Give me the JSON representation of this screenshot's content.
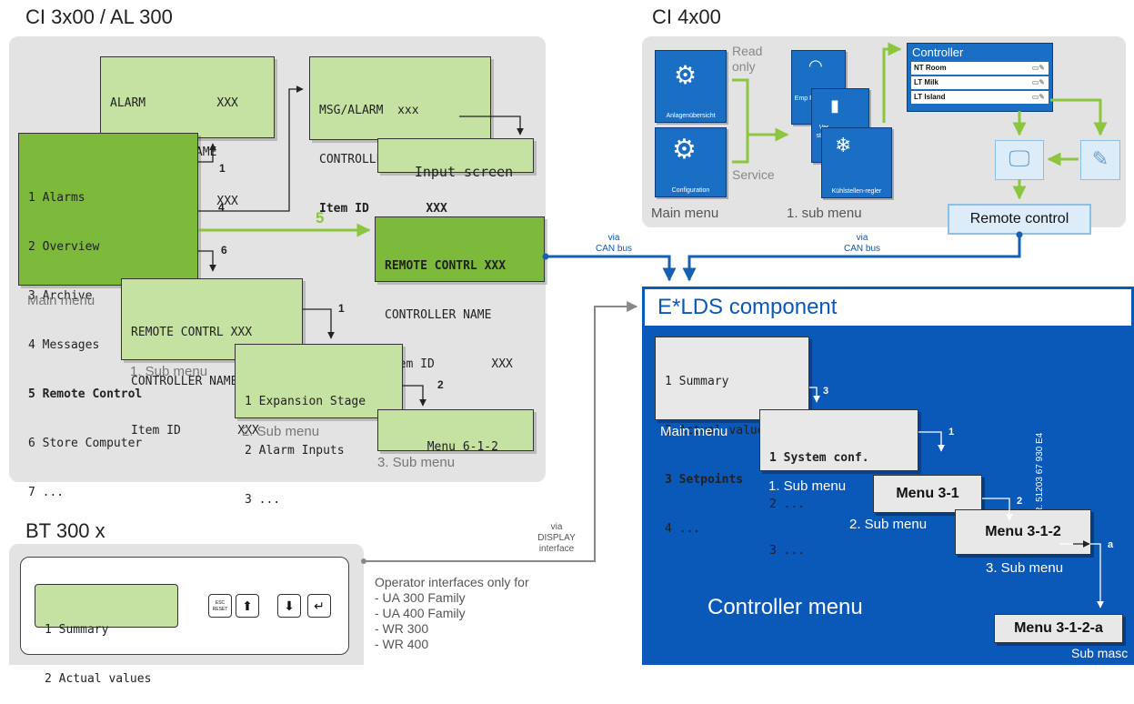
{
  "ci3": {
    "title": "CI 3x00 / AL 300",
    "alarm_lcd": [
      "ALARM          XXX",
      "CONTROLLER NAME",
      "Item ID        XXX",
      "..."
    ],
    "msg_lcd": [
      "MSG/ALARM  xxx",
      "CONTROLLER NAME",
      "Item ID        XXX"
    ],
    "input_screen": "Input screen",
    "main_lcd": [
      "1 Alarms",
      "2 Overview",
      "3 Archive",
      "4 Messages",
      "5 Remote Control",
      "6 Store Computer",
      "7 ..."
    ],
    "remote_lcd": [
      "REMOTE CONTRL XXX",
      "CONTROLLER NAME",
      "Item ID        XXX"
    ],
    "sub1_lcd": [
      "REMOTE CONTRL XXX",
      "CONTROLLER NAME",
      "Item ID        XXX"
    ],
    "sub2_lcd": [
      "1 Expansion Stage",
      "2 Alarm Inputs",
      "3 ..."
    ],
    "sub3_lcd": "Menu 6-1-2",
    "labels": {
      "main": "Main menu",
      "sub1": "1. Sub menu",
      "sub2": "2. Sub menu",
      "sub3": "3. Sub menu"
    },
    "arrow_nums": {
      "n1": "1",
      "n4": "4",
      "n5": "5",
      "n6": "6",
      "s1": "1",
      "s2": "2"
    }
  },
  "ci4": {
    "title": "CI 4x00",
    "read_only": "Read only",
    "service": "Service",
    "tiles": {
      "overview": "Anlagenübersicht",
      "configuration": "Configuration",
      "emp": "Emp Fun",
      "ver": "Ver steue",
      "kuehl": "Kühlstellen-regler"
    },
    "controller_title": "Controller",
    "controller_rows": [
      "NT Room",
      "LT Milk",
      "LT Island"
    ],
    "remote_control": "Remote control",
    "main_menu": "Main menu",
    "sub_menu": "1. sub menu"
  },
  "interfaces": {
    "can_left": [
      "via",
      "CAN bus"
    ],
    "can_right": [
      "via",
      "CAN bus"
    ],
    "display": [
      "via",
      "DISPLAY",
      "interface"
    ]
  },
  "elds": {
    "title": "E*LDS component",
    "main_box": [
      "1 Summary",
      "2 Actual values",
      "3 Setpoints",
      "4 ..."
    ],
    "sub1_box": [
      "1 System conf.",
      "2 ...",
      "3 ..."
    ],
    "menu31": "Menu 3-1",
    "menu312": "Menu 3-1-2",
    "menu312a": "Menu 3-1-2-a",
    "labels": {
      "main": "Main menu",
      "sub1": "1. Sub menu",
      "sub2": "2. Sub menu",
      "sub3": "3. Sub menu",
      "controller": "Controller menu",
      "submasc": "Sub masc"
    },
    "arrow_nums": {
      "n3": "3",
      "n1": "1",
      "n2": "2",
      "na": "a"
    },
    "znr": "ZNR. 51203 67 930 E4"
  },
  "bt300": {
    "title": "BT 300 x",
    "lcd": [
      "1 Summary",
      "2 Actual values"
    ],
    "keys": {
      "esc": "ESC RESET",
      "up": "⬆",
      "down": "⬇",
      "enter": "↵"
    }
  },
  "operator": {
    "heading": "Operator interfaces only for",
    "items": [
      "- UA 300 Family",
      "- UA 400 Family",
      "- WR 300",
      "- WR 400"
    ]
  },
  "colors": {
    "lcd": "#c6e2a2",
    "lcd_active": "#7db93a",
    "elds_blue": "#0a58b8",
    "link_green": "#8cc63f",
    "can_blue": "#1560b0"
  }
}
